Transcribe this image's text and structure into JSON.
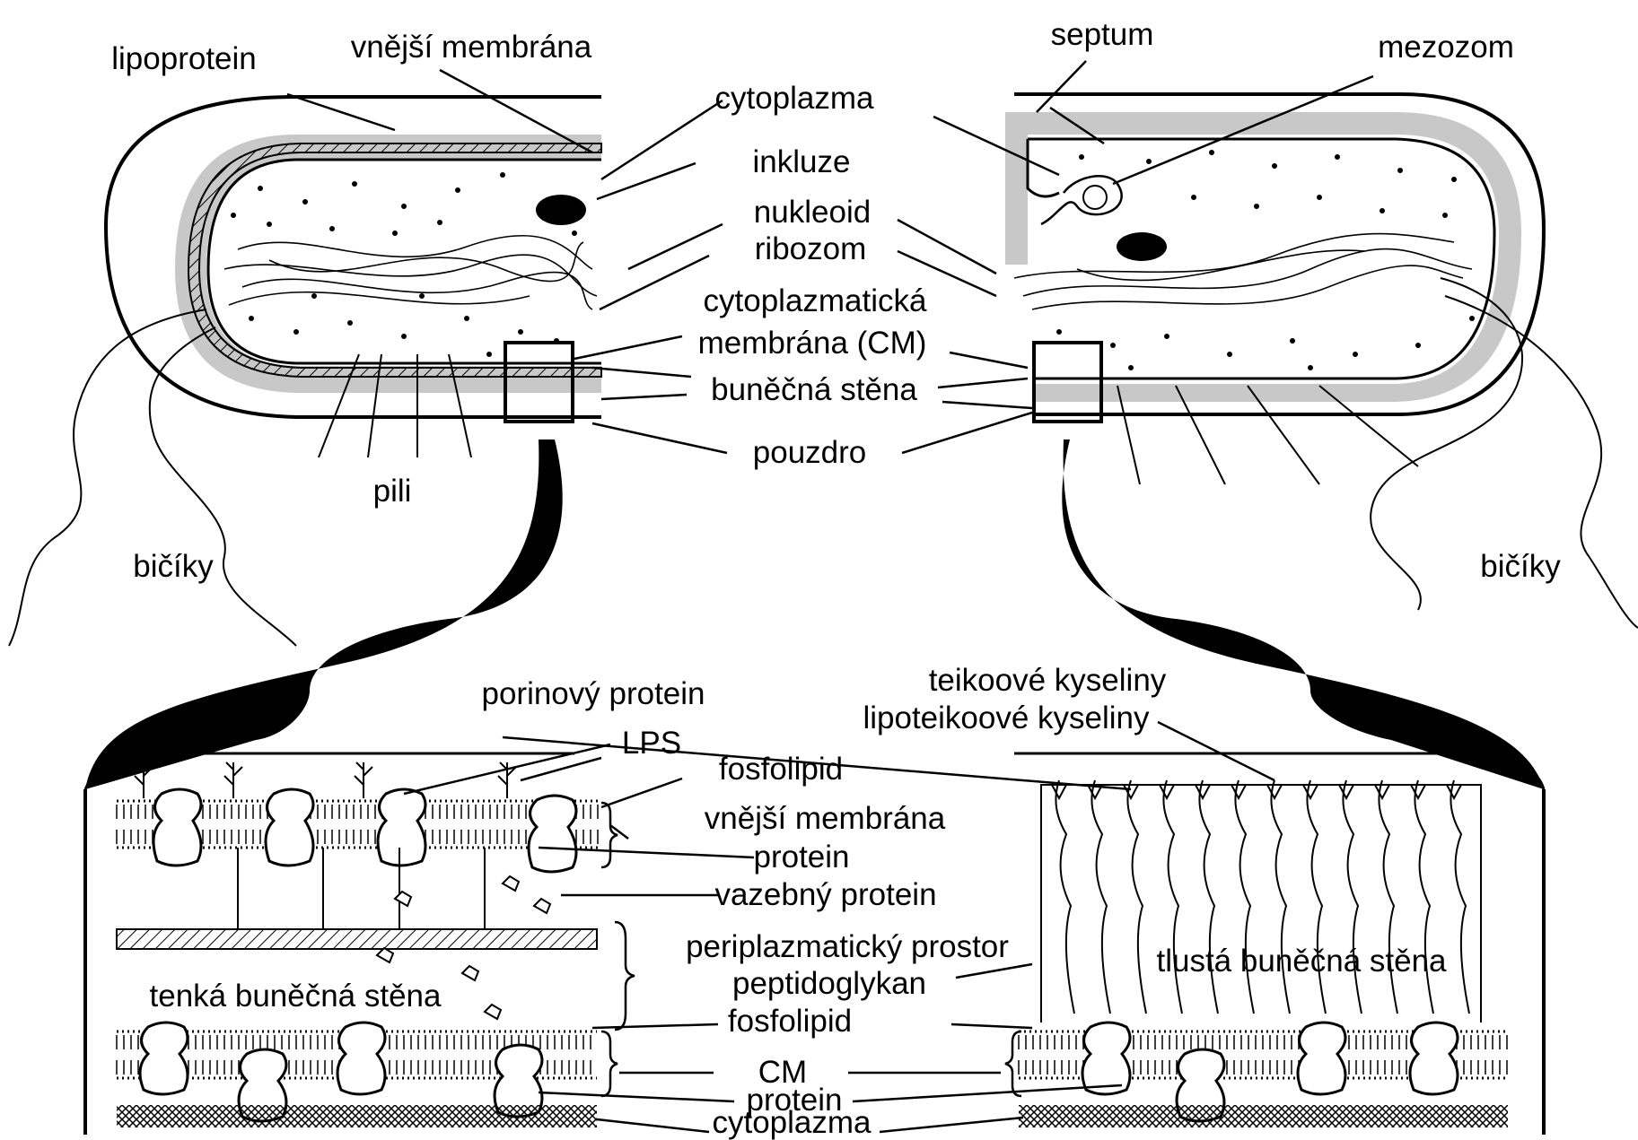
{
  "colors": {
    "ink": "#000000",
    "wall": "#c8c8c8",
    "paper": "#ffffff"
  },
  "labels": {
    "lipoprotein": "lipoprotein",
    "vnejsi_membrana_top": "vnější membrána",
    "cytoplazma_top": "cytoplazma",
    "inkluze": "inkluze",
    "nukleoid": "nukleoid",
    "ribozom": "ribozom",
    "cytoplazmaticka": "cytoplazmatická",
    "membrana_cm": "membrána (CM)",
    "bunecna_stena": "buněčná stěna",
    "pouzdro": "pouzdro",
    "pili": "pili",
    "bicikly_left": "bičíky",
    "bicikly_right": "bičíky",
    "septum": "septum",
    "mezozom": "mezozom",
    "porinovy_protein": "porinový protein",
    "lps": "LPS",
    "fosfolipid_top": "fosfolipid",
    "vnejsi_membrana_bottom": "vnější membrána",
    "protein_mid": "protein",
    "vazebny_protein": "vazebný protein",
    "periplazmaticky_prostor": "periplazmatický prostor",
    "peptidoglykan": "peptidoglykan",
    "tenka_bunecna_stena": "tenká buněčná stěna",
    "fosfolipid_bottom": "fosfolipid",
    "cm": "CM",
    "protein_bottom": "protein",
    "cytoplazma_bottom": "cytoplazma",
    "teikoove_kyseliny": "teikoové kyseliny",
    "lipoteikoove_kyseliny": "lipoteikoové kyseliny",
    "tlusta_bunecna_stena": "tlustá buněčná stěna"
  }
}
